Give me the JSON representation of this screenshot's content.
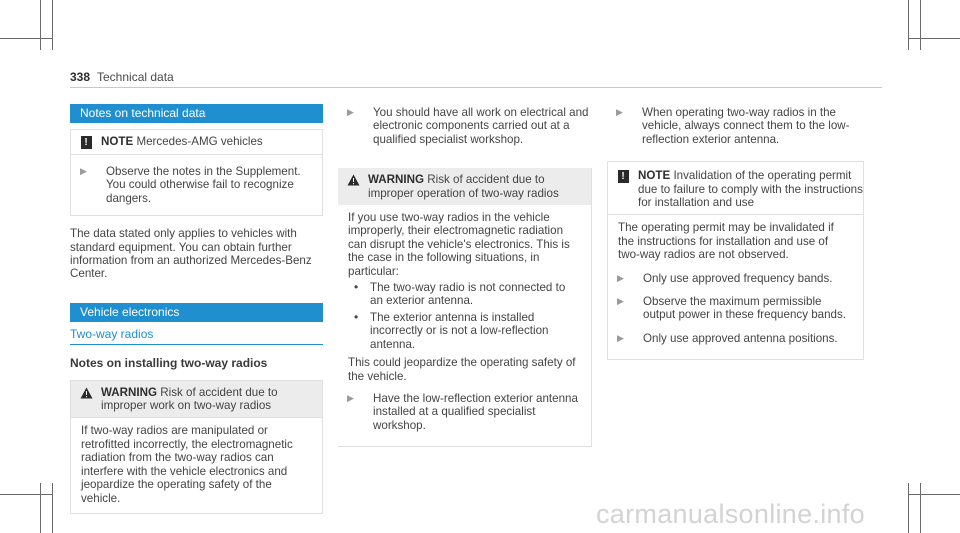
{
  "header": {
    "page_number": "338",
    "title": "Technical data"
  },
  "col1": {
    "bar1": "Notes on technical data",
    "note1": {
      "keyword": "NOTE",
      "text": "Mercedes-AMG vehicles"
    },
    "step1": "Observe the notes in the Supplement. You could otherwise fail to recognize dangers.",
    "para1": "The data stated only applies to vehicles with standard equipment. You can obtain further information from an authorized Mercedes-Benz Center.",
    "bar2": "Vehicle electronics",
    "blue_sub": "Two-way radios",
    "subhead": "Notes on installing two-way radios",
    "warn1": {
      "keyword": "WARNING",
      "text": "Risk of accident due to improper work on two-way radios",
      "body": "If two-way radios are manipulated or retrofitted incorrectly, the electromagnetic radiation from the two-way radios can interfere with the vehicle electronics and jeopardize the operating safety of the vehicle."
    }
  },
  "col2": {
    "step1": "You should have all work on electrical and electronic components carried out at a qualified specialist workshop.",
    "warn2": {
      "keyword": "WARNING",
      "text": "Risk of accident due to improper operation of two-way radios",
      "body": "If you use two-way radios in the vehicle improperly, their electromagnetic radiation can disrupt the vehicle's electronics. This is the case in the following situations, in particular:",
      "bullets": [
        "The two-way radio is not connected to an exterior antenna.",
        "The exterior antenna is installed incorrectly or is not a low-reflection antenna."
      ],
      "after": "This could jeopardize the operating safety of the vehicle.",
      "step": "Have the low-reflection exterior antenna installed at a qualified specialist workshop."
    }
  },
  "col3": {
    "step1": "When operating two-way radios in the vehicle, always connect them to the low-reflection exterior antenna.",
    "note2": {
      "keyword": "NOTE",
      "text": "Invalidation of the operating permit due to failure to comply with the instructions for installation and use",
      "body": "The operating permit may be invalidated if the instructions for installation and use of two-way radios are not observed.",
      "steps": [
        "Only use approved frequency bands.",
        "Observe the maximum permissible output power in these frequency bands.",
        "Only use approved antenna positions."
      ]
    }
  },
  "watermark": "carmanualsonline.info"
}
